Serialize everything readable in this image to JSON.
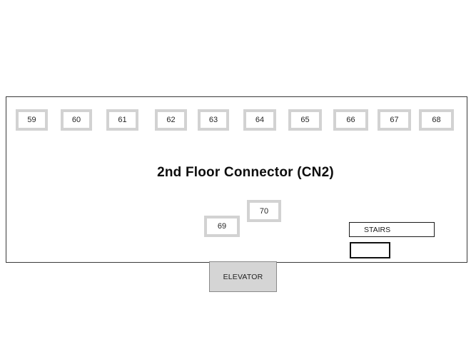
{
  "plan": {
    "title": "2nd Floor Connector (CN2)",
    "top_rooms": [
      "59",
      "60",
      "61",
      "62",
      "63",
      "64",
      "65",
      "66",
      "67",
      "68"
    ],
    "mid_rooms": {
      "room69": "69",
      "room70": "70"
    },
    "stairs_label": "STAIRS",
    "elevator_label": "ELEVATOR"
  },
  "colors": {
    "room_border": "#d2d2d2",
    "outline_border": "#3a3a3a",
    "stairs_border": "#1a1a1a",
    "elevator_fill": "#d5d5d5",
    "elevator_border": "#8a8a8a",
    "text": "#262626"
  }
}
